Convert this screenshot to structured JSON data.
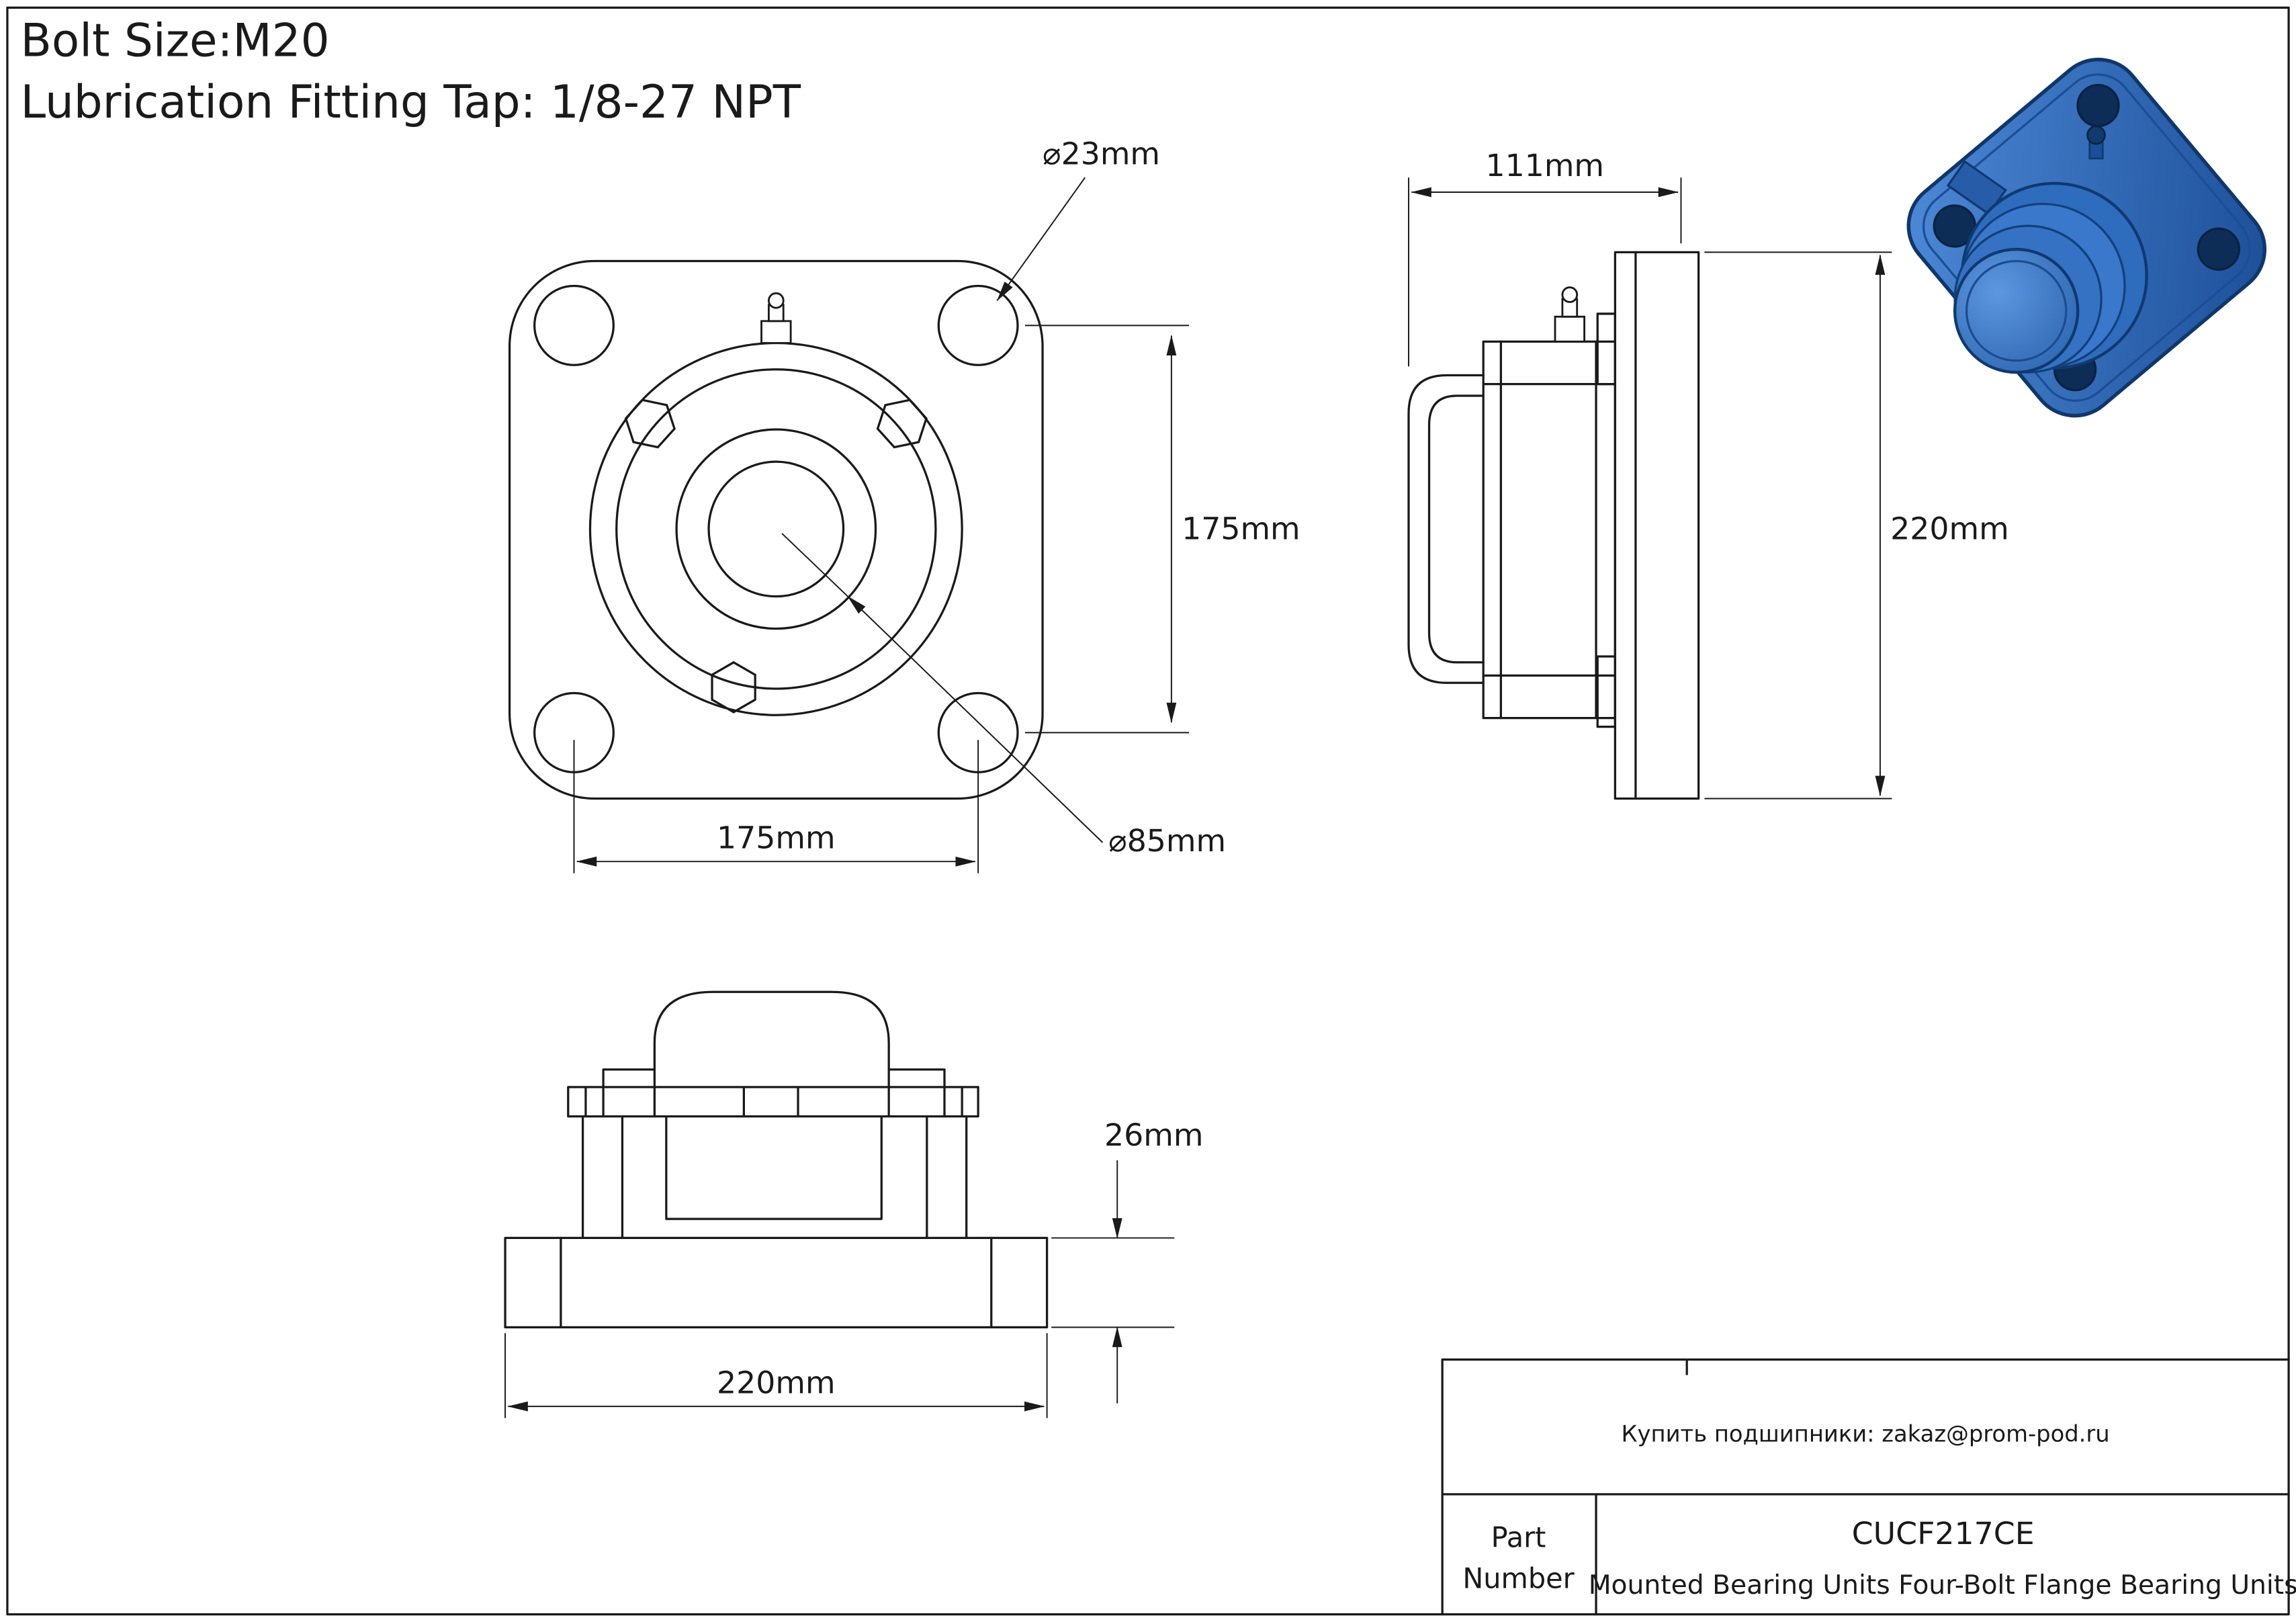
{
  "header": {
    "line1": "Bolt Size:M20",
    "line2": "Lubrication Fitting Tap: 1/8-27 NPT"
  },
  "front_view": {
    "bolt_hole_dia": "⌀23mm",
    "bolt_spacing_vertical": "175mm",
    "bolt_spacing_horizontal": "175mm",
    "bore_dia": "⌀85mm"
  },
  "side_view": {
    "depth": "111mm",
    "height": "220mm"
  },
  "front_elevation": {
    "flange_thickness": "26mm",
    "base_width": "220mm"
  },
  "title_block": {
    "contact": "Купить подшипники: zakaz@prom-pod.ru",
    "part_label_line1": "Part",
    "part_label_line2": "Number",
    "part_number": "CUCF217CE",
    "description": "Mounted Bearing Units Four-Bolt Flange Bearing Units"
  },
  "colors": {
    "line": "#1a1a1a",
    "render_blue": "#2b67b8",
    "render_blue_dark": "#10376b",
    "render_blue_light": "#4d8ad8"
  }
}
